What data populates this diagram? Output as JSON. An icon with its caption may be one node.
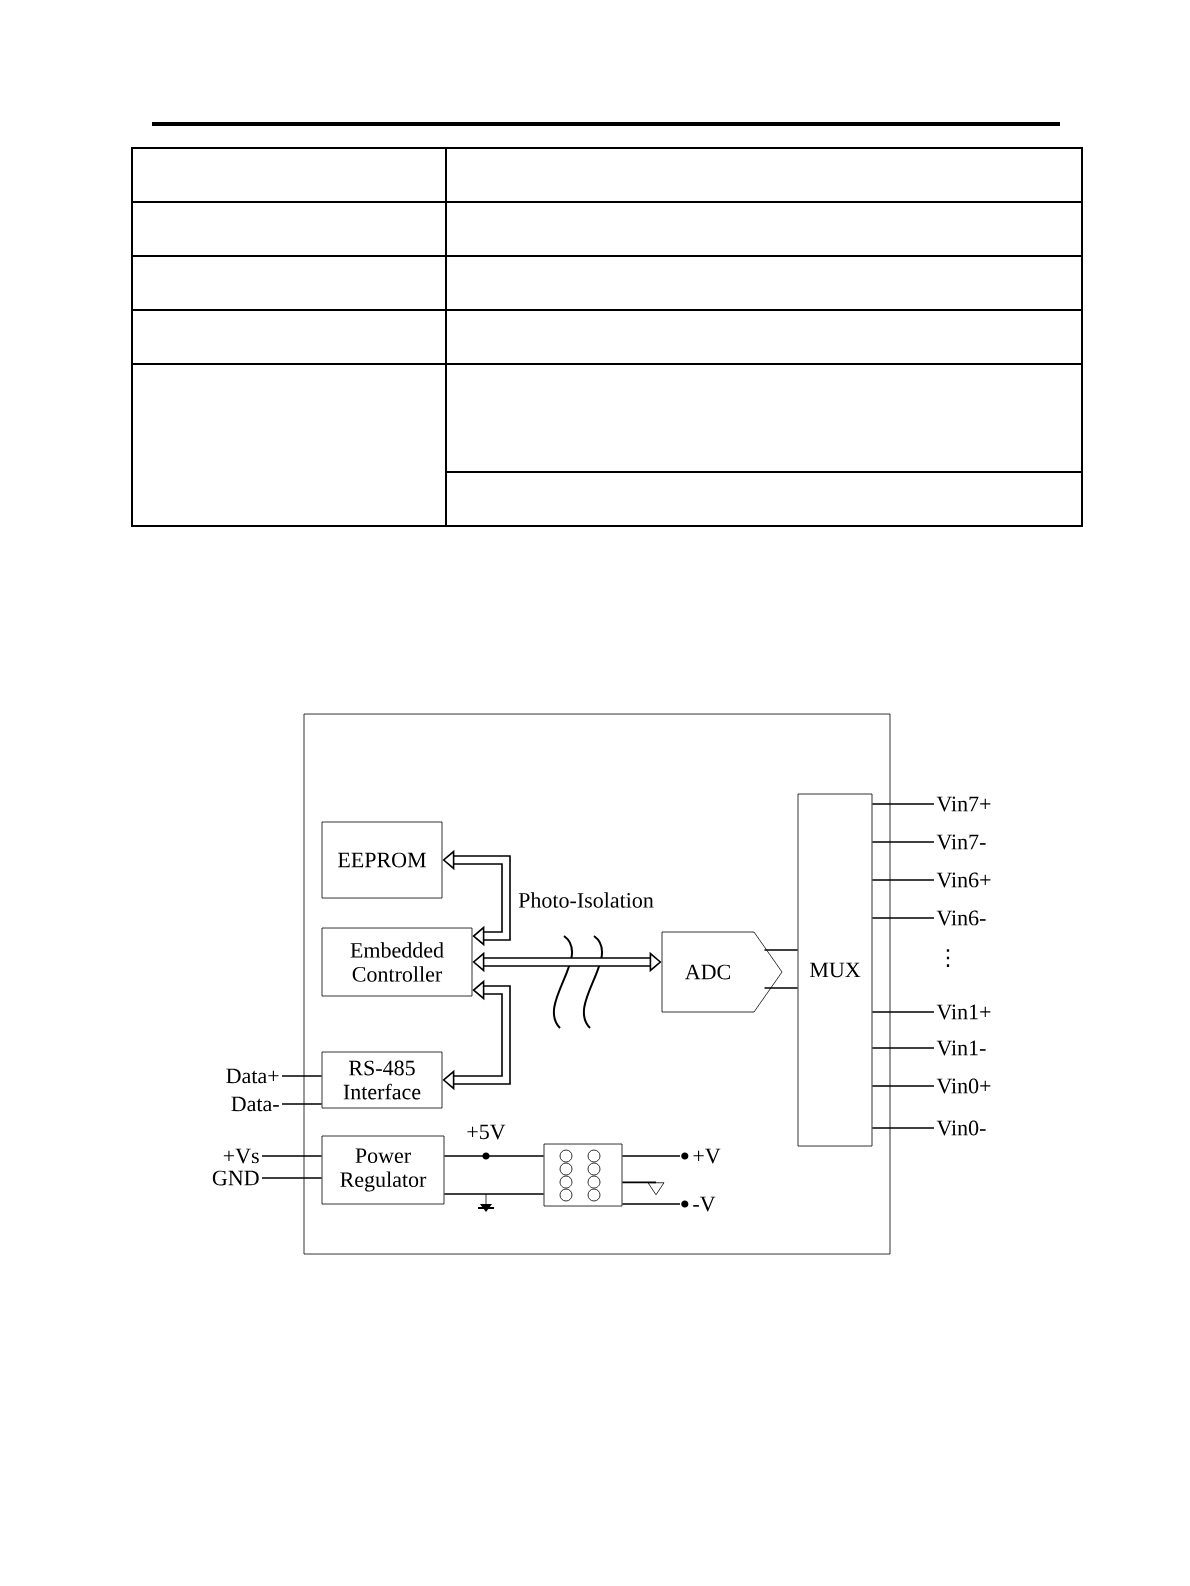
{
  "diagram": {
    "nodes": [
      {
        "text": [],
        "shape": "box"
      },
      {
        "text": [
          "EEPROM"
        ],
        "in": 0
      },
      {
        "text": [
          "Embedded Controller"
        ],
        "in": 0
      },
      {
        "text": [
          "RS-485 Interface"
        ],
        "in": 0
      },
      {
        "text": [
          "Power Regulator"
        ],
        "in": 0
      },
      {
        "text": [
          "ADC"
        ],
        "in": 0
      },
      {
        "text": [
          "MUX"
        ],
        "in": 0
      },
      {
        "text": [],
        "shape": "box",
        "in": 0
      },
      {
        "text": [
          "Data+"
        ]
      },
      {
        "text": [
          "Data-"
        ]
      },
      {
        "text": [
          "+Vs"
        ]
      },
      {
        "text": [
          "GND"
        ]
      },
      {
        "text": [
          "+V"
        ],
        "in": 0
      },
      {
        "text": [
          "-V"
        ],
        "in": 0
      },
      {
        "text": [
          "Vin7+"
        ]
      },
      {
        "text": [
          "Vin7-"
        ]
      },
      {
        "text": [
          "Vin6+"
        ]
      },
      {
        "text": [
          "Vin6-"
        ]
      },
      {
        "text": [
          "Vin1+"
        ]
      },
      {
        "text": [
          "Vin1-"
        ]
      },
      {
        "text": [
          "Vin0+"
        ]
      },
      {
        "text": [
          "Vin0-"
        ]
      },
      {
        "text": [],
        "shape": "ground",
        "in": 0
      }
    ],
    "edges": [
      {
        "from": 1,
        "to": 2,
        "arrow": "both",
        "style": "thick"
      },
      {
        "from": 3,
        "to": 2,
        "arrow": "both",
        "style": "thick"
      },
      {
        "from": 2,
        "to": 5,
        "arrow": "both",
        "style": "thick"
      },
      {
        "from": 5,
        "to": 6,
        "arrow": "none"
      },
      {
        "from": 5,
        "to": 6,
        "arrow": "none"
      },
      {
        "from": 6,
        "to": 14,
        "arrow": "none"
      },
      {
        "from": 6,
        "to": 15,
        "arrow": "none"
      },
      {
        "from": 6,
        "to": 16,
        "arrow": "none"
      },
      {
        "from": 6,
        "to": 17,
        "arrow": "none"
      },
      {
        "from": 6,
        "to": 18,
        "arrow": "none"
      },
      {
        "from": 6,
        "to": 19,
        "arrow": "none"
      },
      {
        "from": 6,
        "to": 20,
        "arrow": "none"
      },
      {
        "from": 6,
        "to": 21,
        "arrow": "none"
      },
      {
        "from": 8,
        "to": 3,
        "arrow": "none"
      },
      {
        "from": 9,
        "to": 3,
        "arrow": "none"
      },
      {
        "from": 10,
        "to": 4,
        "arrow": "none"
      },
      {
        "from": 11,
        "to": 4,
        "arrow": "none"
      },
      {
        "from": 4,
        "to": 7,
        "arrow": "none"
      },
      {
        "from": 4,
        "to": 7,
        "arrow": "none"
      },
      {
        "from": 7,
        "to": 12,
        "arrow": "none"
      },
      {
        "from": 7,
        "to": 13,
        "arrow": "none"
      },
      {
        "from": 7,
        "to": 22,
        "arrow": "none"
      }
    ],
    "labels": [
      "Photo-Isolation",
      "+5V",
      "⋮"
    ]
  }
}
